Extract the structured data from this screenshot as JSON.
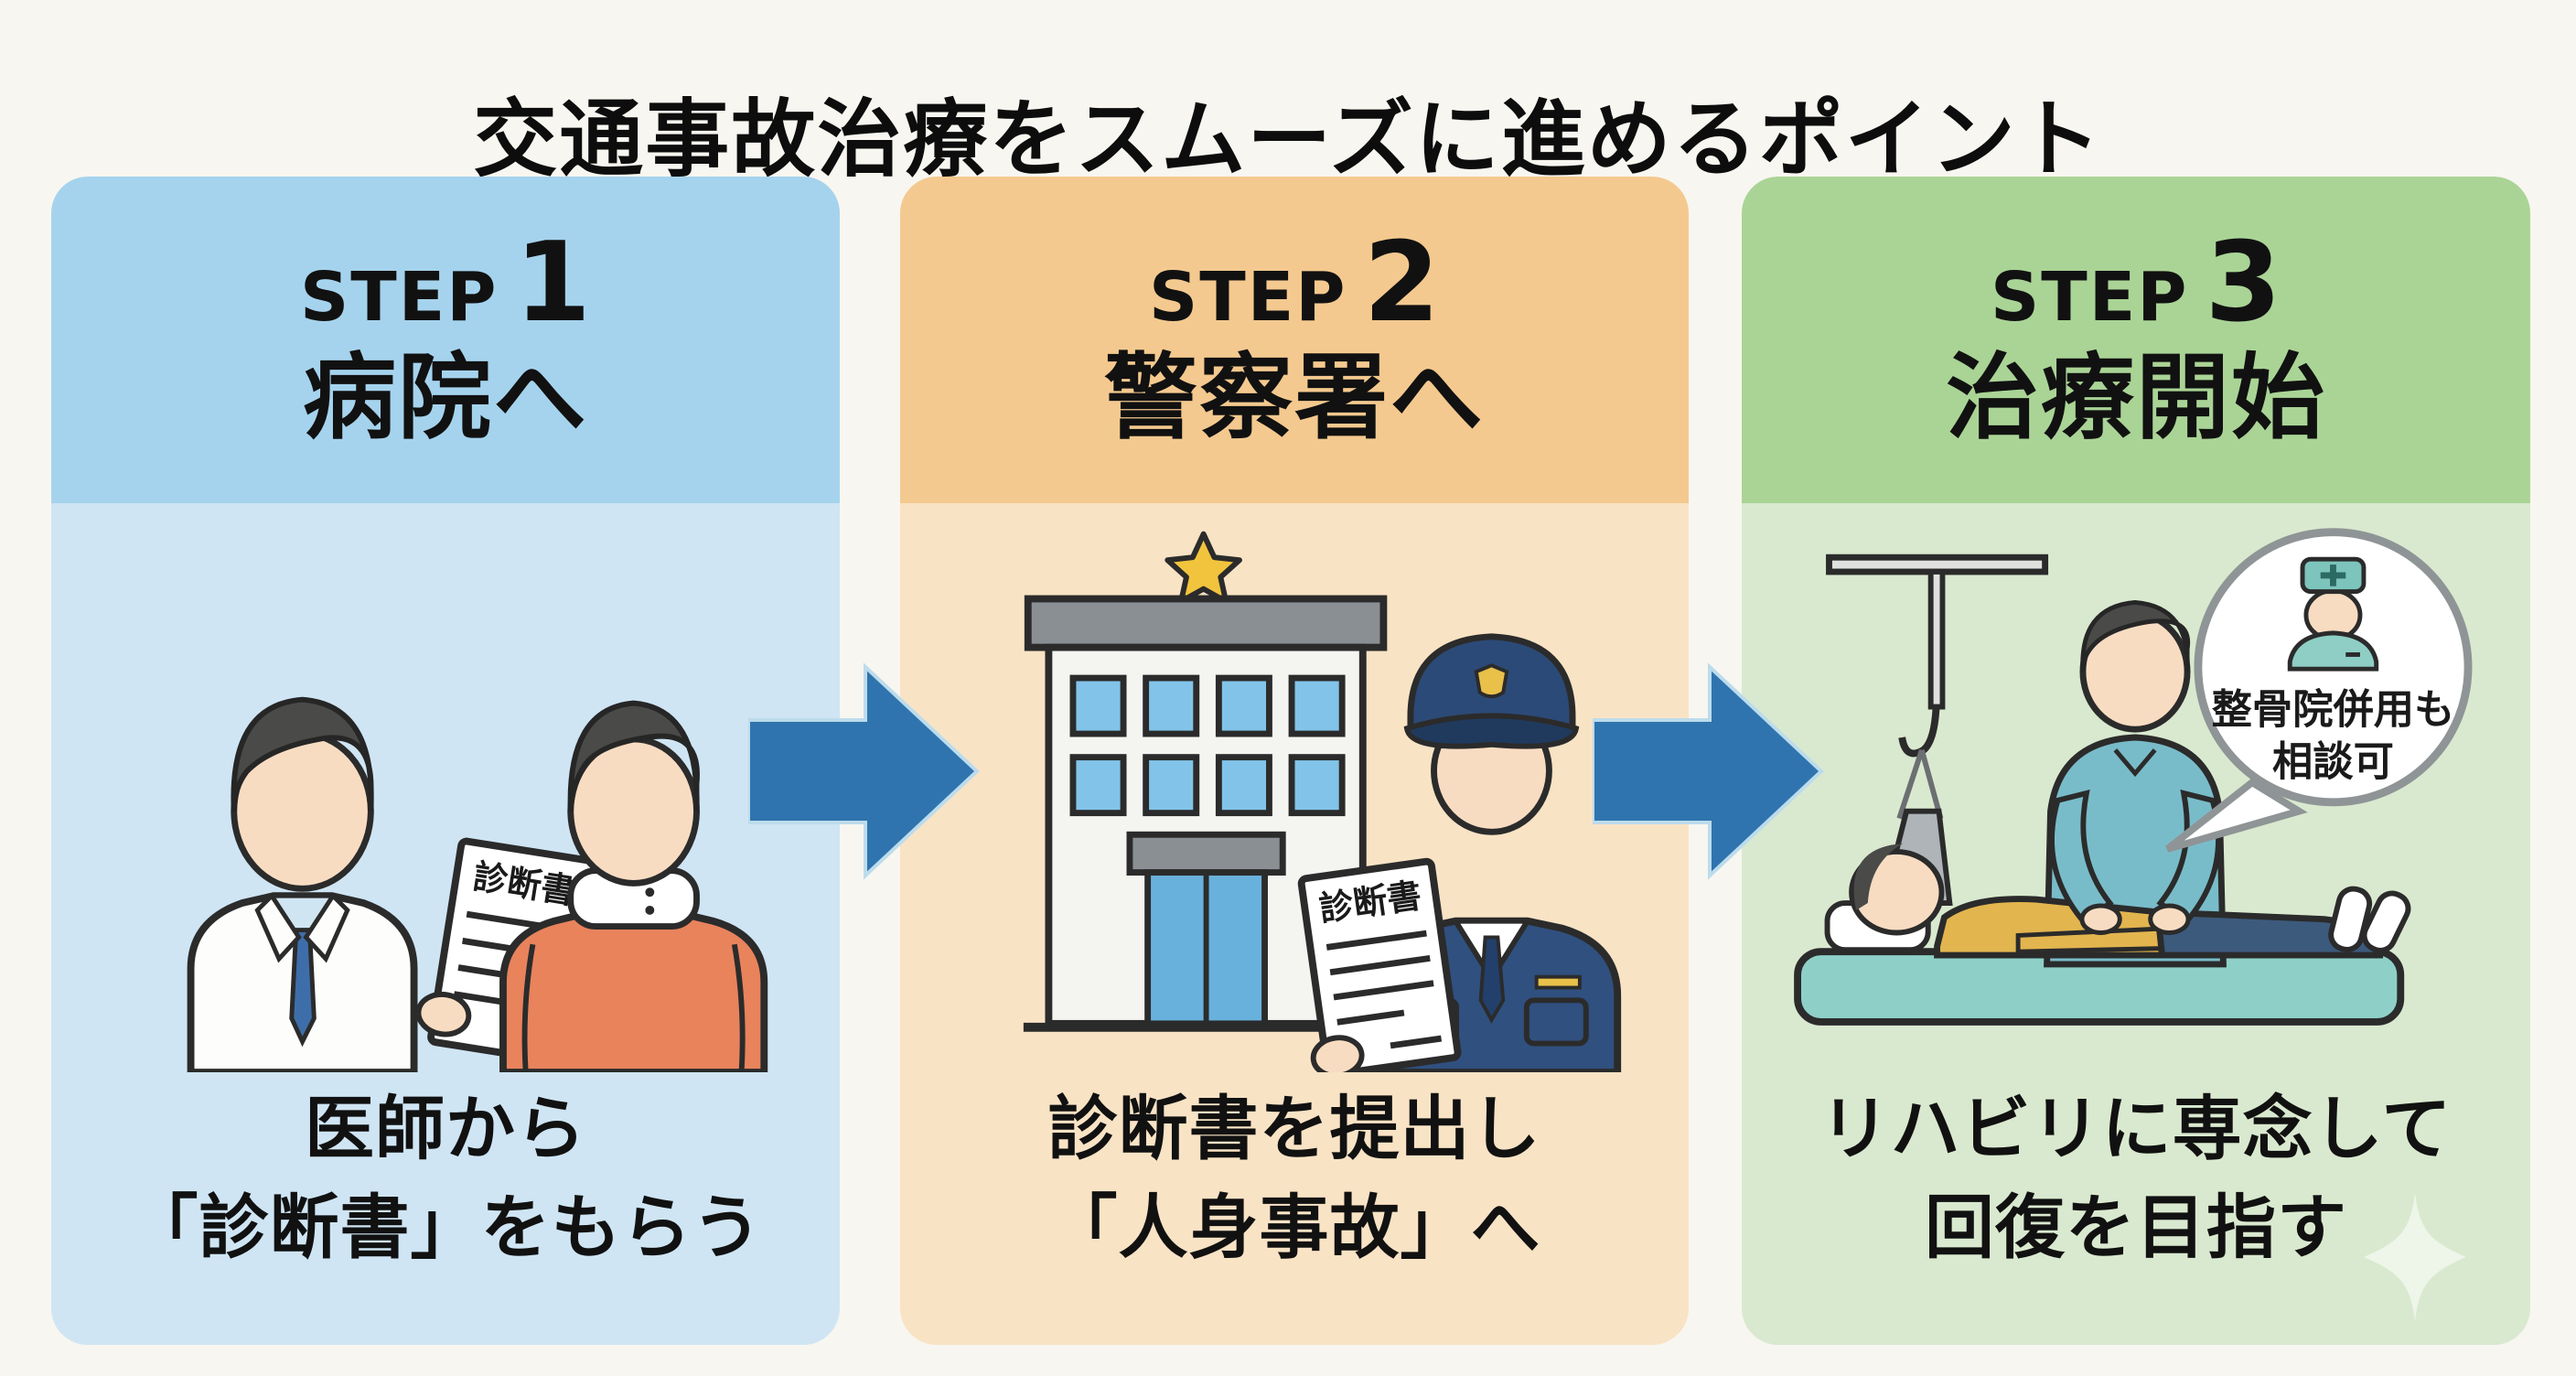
{
  "title": "交通事故治療をスムーズに進めるポイント",
  "cards": [
    {
      "step_word": "STEP",
      "step_number": "1",
      "heading": "病院へ",
      "caption": [
        "医師から",
        "「診断書」をもらう"
      ],
      "doc_label": "診断書",
      "header_color": "#a5d3ed",
      "body_color": "#cfe5f4",
      "illustration_desc": "doctor showing medical certificate to patient wearing neck brace"
    },
    {
      "step_word": "STEP",
      "step_number": "2",
      "heading": "警察署へ",
      "caption": [
        "診断書を提出し",
        "「人身事故」へ"
      ],
      "doc_label": "診断書",
      "header_color": "#f4c98f",
      "body_color": "#f9e3c5",
      "illustration_desc": "police station with star and police officer holding medical certificate"
    },
    {
      "step_word": "STEP",
      "step_number": "3",
      "heading": "治療開始",
      "caption": [
        "リハビリに専念して",
        "回復を目指す"
      ],
      "header_color": "#aad496",
      "body_color": "#d9e9cf",
      "illustration_desc": "therapist treating patient in cervical traction on treatment bed"
    }
  ],
  "speech_bubble": {
    "line1": "整骨院併用も",
    "line2": "相談可"
  },
  "colors": {
    "background": "#f8f6f0",
    "arrow": "#2f74ae",
    "text": "#111111",
    "star": "#f2c43d",
    "police_navy": "#2f4e7e",
    "scrub_teal": "#79bcc9",
    "bed_teal": "#8ed0c8",
    "sweater_orange": "#e8835c",
    "skin": "#f8dcc2",
    "hair": "#4a4a48",
    "paper": "#ffffff"
  }
}
